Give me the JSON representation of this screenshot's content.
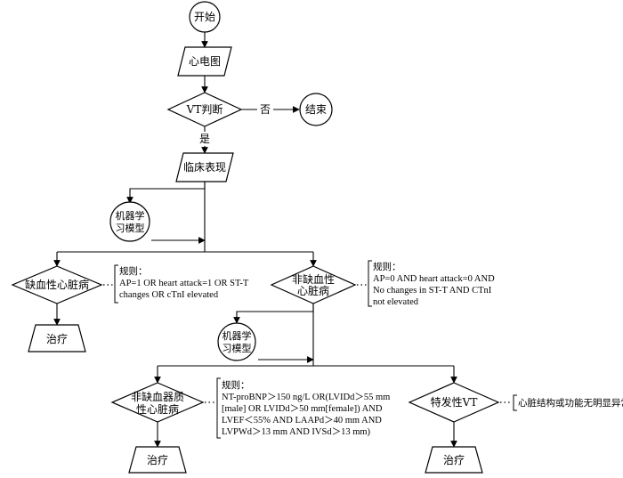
{
  "nodes": {
    "start": "开始",
    "ecg": "心电图",
    "vt_judge": "VT判断",
    "end": "结束",
    "clinical": "临床表现",
    "ml_model_1": [
      "机器学",
      "习模型"
    ],
    "ischemic": "缺血性心脏病",
    "non_ischemic": [
      "非缺血性",
      "心脏病"
    ],
    "treat_1": "治疗",
    "ml_model_2": [
      "机器学",
      "习模型"
    ],
    "non_ischemic_organic": [
      "非缺血器质",
      "性心脏病"
    ],
    "idiopathic_vt": "特发性VT",
    "treat_2": "治疗",
    "treat_3": "治疗"
  },
  "edge_labels": {
    "no": "否",
    "yes": "是"
  },
  "notes": {
    "ischemic_rule": [
      "规则：",
      "AP=1 OR heart attack=1 OR ST-T",
      "changes OR cTnI elevated"
    ],
    "non_ischemic_rule": [
      "规则：",
      "AP=0 AND heart attack=0 AND",
      "No changes in ST-T AND CTnI",
      "not elevated"
    ],
    "organic_rule": [
      "规则：",
      "NT-proBNP＞150 ng/L OR(LVIDd＞55 mm",
      "[male] OR LVIDd＞50 mm[female]) AND",
      "LVEF＜55% AND LAAPd＞40 mm AND",
      "LVPWd＞13 mm AND IVSd＞13 mm)"
    ],
    "idiopathic_rule": "心脏结构或功能无明显异常"
  }
}
